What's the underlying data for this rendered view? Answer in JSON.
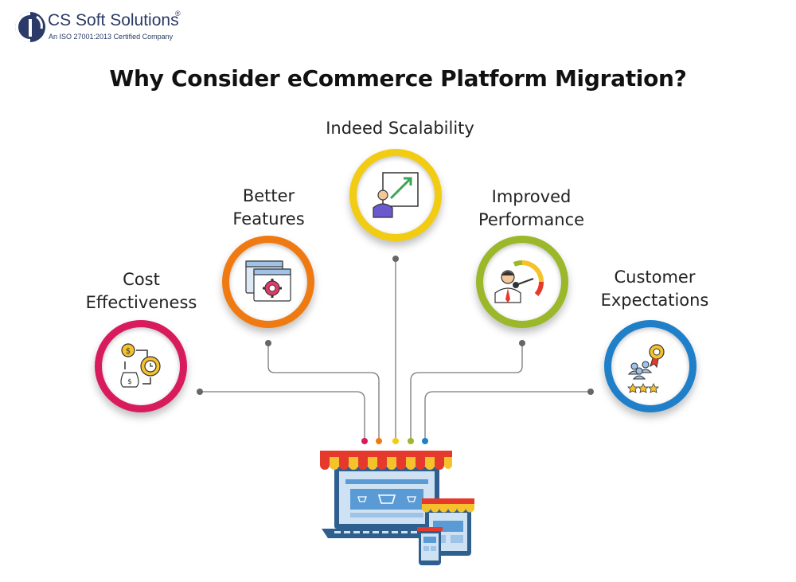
{
  "brand": {
    "name": "CS Soft Solutions",
    "registered_mark": "®",
    "tagline": "An ISO 27001:2013 Certified Company"
  },
  "title": "Why Consider eCommerce Platform Migration?",
  "items": [
    {
      "line1": "Cost",
      "line2": "Effectiveness",
      "color": "#d81b5c",
      "icon": "money-time-gear-icon"
    },
    {
      "line1": "Better",
      "line2": "Features",
      "color": "#f07a12",
      "icon": "feature-window-gear-icon"
    },
    {
      "line1": "Indeed Scalability",
      "line2": "",
      "color": "#f2cc12",
      "icon": "growth-chart-presenter-icon"
    },
    {
      "line1": "Improved",
      "line2": "Performance",
      "color": "#9bb72a",
      "icon": "performance-gauge-person-icon"
    },
    {
      "line1": "Customer",
      "line2": "Expectations",
      "color": "#1f7fc8",
      "icon": "customer-rating-badge-icon"
    }
  ],
  "colors": {
    "connector": "#7a7a7a",
    "awning_red": "#e53a2b",
    "awning_yellow": "#f6c22c",
    "device_blue": "#2f5f8f",
    "screen_blue": "#5b9bd5"
  }
}
